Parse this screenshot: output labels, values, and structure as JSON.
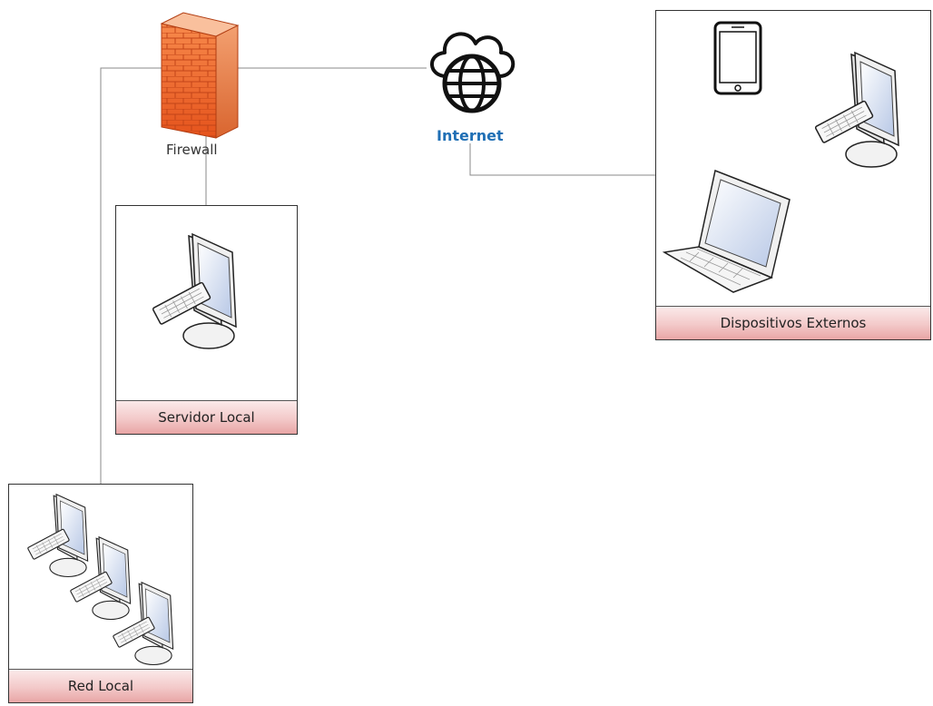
{
  "nodes": {
    "firewall": {
      "label": "Firewall",
      "icon": "firewall-icon"
    },
    "internet": {
      "label": "Internet",
      "icon": "cloud-globe-icon",
      "color": "#1f6fb5"
    }
  },
  "groups": {
    "servidor_local": {
      "label": "Servidor Local",
      "devices": [
        "desktop-computer-icon"
      ]
    },
    "red_local": {
      "label": "Red Local",
      "devices": [
        "desktop-computer-icon",
        "desktop-computer-icon",
        "desktop-computer-icon"
      ]
    },
    "dispositivos_externos": {
      "label": "Dispositivos Externos",
      "devices": [
        "smartphone-icon",
        "desktop-computer-icon",
        "laptop-icon"
      ]
    }
  },
  "colors": {
    "firewall_brick": "#f06a2a",
    "footer_band": "#eab0b0",
    "line": "#888888"
  }
}
